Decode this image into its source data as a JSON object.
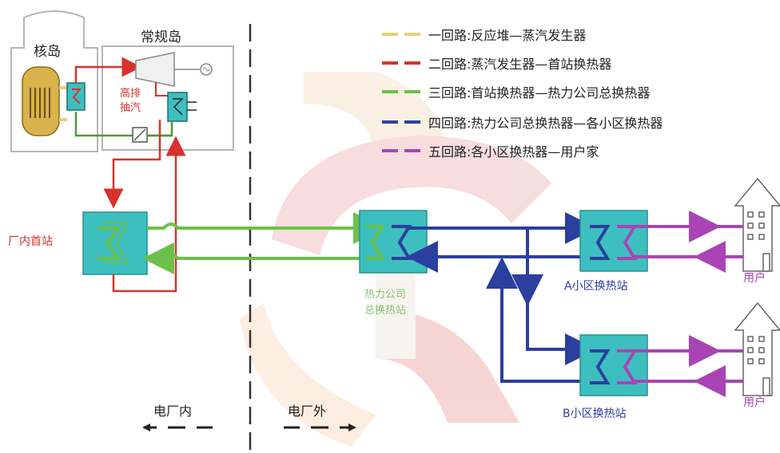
{
  "regions": {
    "nuclear_island": "核岛",
    "conventional_island": "常规岛",
    "inside_plant": "电厂内",
    "outside_plant": "电厂外"
  },
  "labels": {
    "hp_extraction_line1": "高排",
    "hp_extraction_line2": "抽汽",
    "first_station": "厂内首站",
    "heat_company_line1": "热力公司",
    "heat_company_line2": "总换热站",
    "station_a": "A小区换热站",
    "station_b": "B小区换热站",
    "user_a": "用户",
    "user_b": "用户"
  },
  "legend": [
    {
      "text": "一回路:反应堆—蒸汽发生器",
      "color": "#e6cf7a"
    },
    {
      "text": "二回路:蒸汽发生器—首站换热器",
      "color": "#d8322c"
    },
    {
      "text": "三回路:首站换热器—热力公司总换热器",
      "color": "#6cc04a"
    },
    {
      "text": "四回路:热力公司总换热器—各小区换热器",
      "color": "#2b3f9e"
    },
    {
      "text": "五回路:各小区换热器—用户家",
      "color": "#a844b4"
    }
  ],
  "colors": {
    "loop1": "#e6cf7a",
    "loop2": "#d8322c",
    "loop3": "#6cc04a",
    "loop4": "#2b3f9e",
    "loop5": "#a844b4",
    "exchanger_fill": "#3dbfbf",
    "reactor_fill": "#d8b24a"
  }
}
